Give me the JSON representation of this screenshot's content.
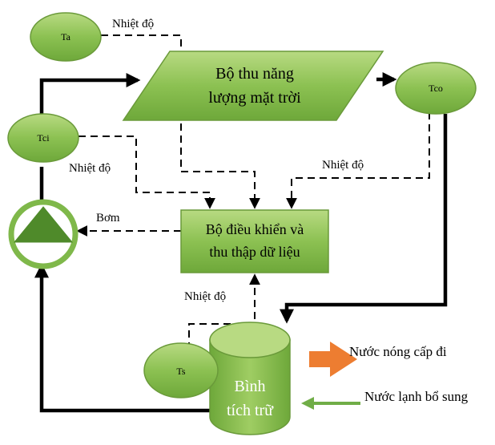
{
  "nodes": {
    "ta": "Ta",
    "tco": "Tco",
    "tci": "Tci",
    "ts": "Ts",
    "collector_line1": "Bộ thu năng",
    "collector_line2": "lượng mặt trời",
    "controller_line1": "Bộ điều khiển và",
    "controller_line2": "thu thập dữ liệu",
    "tank_line1": "Bình",
    "tank_line2": "tích trữ"
  },
  "labels": {
    "temp_ta": "Nhiệt độ",
    "temp_tci": "Nhiệt độ",
    "temp_tco": "Nhiệt độ",
    "temp_ts": "Nhiệt độ",
    "pump": "Bơm",
    "hot_out": "Nước nóng cấp đi",
    "cold_in": "Nước lạnh bổ sung"
  },
  "colors": {
    "green_fill": "#7fb84a",
    "green_light": "#a9cf6f",
    "green_stroke": "#5a8a2e",
    "orange_arrow": "#ed7d31",
    "green_arrow": "#70ad47",
    "line": "#000000"
  }
}
